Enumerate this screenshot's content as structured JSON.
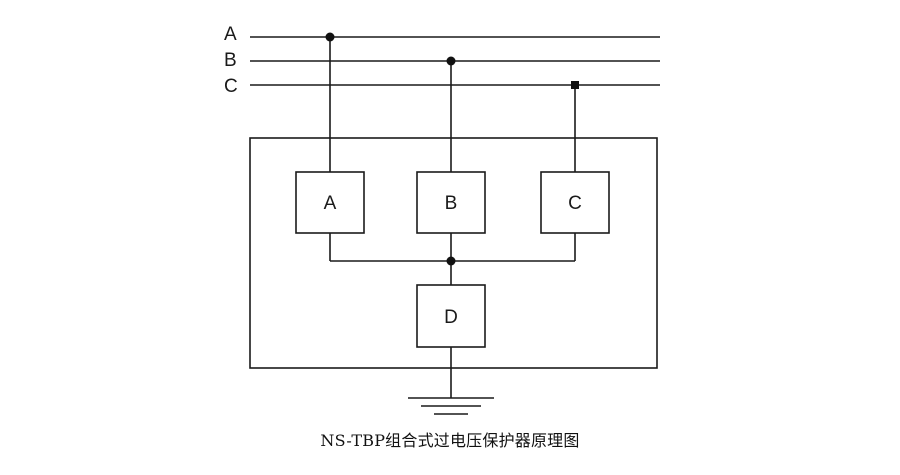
{
  "lines": {
    "a_label": "A",
    "b_label": "B",
    "c_label": "C"
  },
  "modules": {
    "a_label": "A",
    "b_label": "B",
    "c_label": "C",
    "d_label": "D"
  },
  "caption": "NS-TBP组合式过电压保护器原理图"
}
